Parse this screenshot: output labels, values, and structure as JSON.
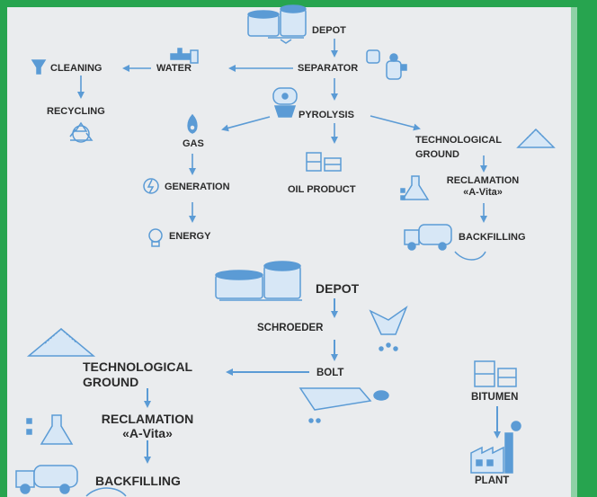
{
  "top_chain": {
    "depot": "DEPOT",
    "separator": "SEPARATOR",
    "water": "WATER",
    "cleaning": "CLEANING",
    "recycling": "RECYCLING",
    "pyrolysis": "PYROLYSIS",
    "gas": "GAS",
    "generation": "GENERATION",
    "energy": "ENERGY",
    "oil_product": "OIL PRODUCT",
    "technological_ground": [
      "TECHNOLOGICAL",
      "GROUND"
    ],
    "reclamation": [
      "RECLAMATION",
      "«A-Vita»"
    ],
    "backfilling": "BACKFILLING"
  },
  "bottom_chain": {
    "depot": "DEPOT",
    "schroeder": "SCHROEDER",
    "bolt": "BOLT",
    "technological_ground": [
      "TECHNOLOGICAL",
      "GROUND"
    ],
    "reclamation": [
      "RECLAMATION",
      "«A-Vita»"
    ],
    "backfilling": "BACKFILLING",
    "bitumen": "BITUMEN",
    "plant": "PLANT"
  },
  "colors": {
    "frame_green": "#27a44f",
    "panel": "#eaecee",
    "icon_blue": "#5b9bd5",
    "text": "#2b2b2b"
  }
}
